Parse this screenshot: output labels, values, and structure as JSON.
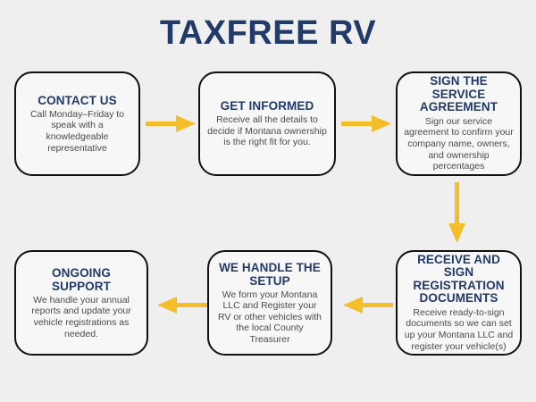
{
  "page": {
    "title": "TAXFREE RV",
    "background_color": "#efefef",
    "accent_navy": "#223a68",
    "accent_yellow": "#f4bd2a",
    "border_color": "#111111",
    "box_fill": "#f7f7f7",
    "body_text_color": "#4a4a4a"
  },
  "flow": {
    "steps": [
      {
        "id": "contact-us",
        "title": "CONTACT US",
        "body": "Call Monday–Friday to speak with a knowledgeable representative"
      },
      {
        "id": "get-informed",
        "title": "GET INFORMED",
        "body": "Receive all the details to decide if Montana ownership is the right fit for you."
      },
      {
        "id": "sign-agreement",
        "title": "SIGN THE SERVICE AGREEMENT",
        "body": "Sign our service agreement to confirm your company name, owners, and ownership percentages"
      },
      {
        "id": "receive-sign",
        "title": "RECEIVE AND SIGN REGISTRATION DOCUMENTS",
        "body": "Receive ready-to-sign documents so we can set up your Montana LLC and register your vehicle(s)"
      },
      {
        "id": "we-handle-setup",
        "title": "WE HANDLE THE SETUP",
        "body": "We form your Montana LLC and Register your RV or other vehicles with the local County Treasurer"
      },
      {
        "id": "ongoing-support",
        "title": "ONGOING SUPPORT",
        "body": "We handle your annual reports and update your vehicle registrations as needed."
      }
    ],
    "connectors": [
      {
        "id": "arrow-1-2",
        "direction": "right",
        "from": "contact-us",
        "to": "get-informed"
      },
      {
        "id": "arrow-2-3",
        "direction": "right",
        "from": "get-informed",
        "to": "sign-agreement"
      },
      {
        "id": "arrow-3-4",
        "direction": "down",
        "from": "sign-agreement",
        "to": "receive-sign"
      },
      {
        "id": "arrow-4-5",
        "direction": "left",
        "from": "receive-sign",
        "to": "we-handle-setup"
      },
      {
        "id": "arrow-5-6",
        "direction": "left",
        "from": "we-handle-setup",
        "to": "ongoing-support"
      }
    ]
  }
}
